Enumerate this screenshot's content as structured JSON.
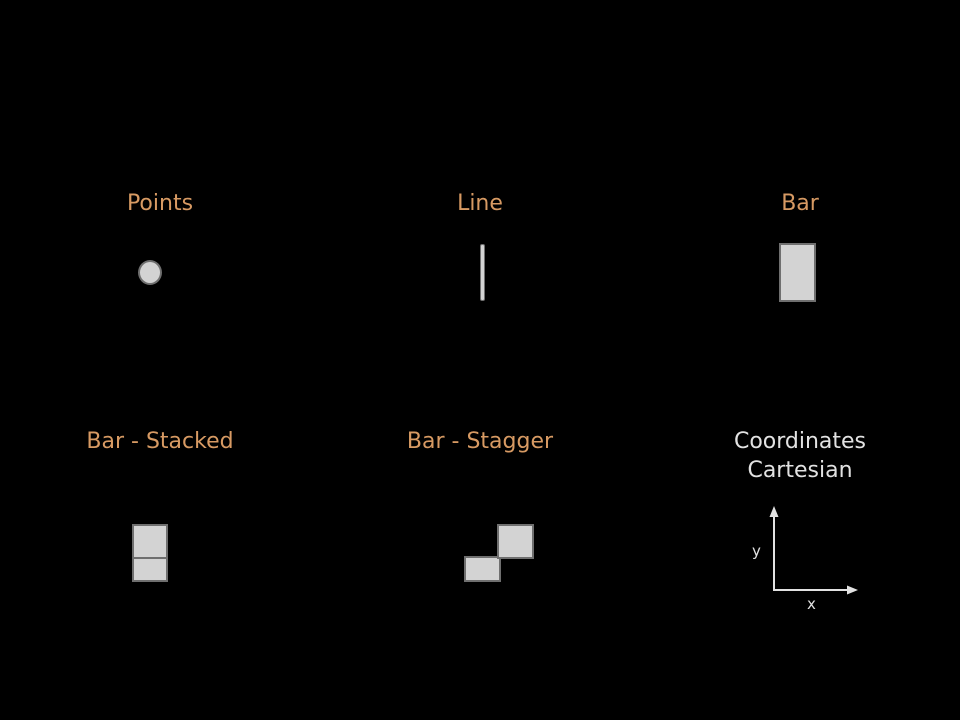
{
  "panels": {
    "points": {
      "title": "Points"
    },
    "line": {
      "title": "Line"
    },
    "bar": {
      "title": "Bar"
    },
    "bar_stacked": {
      "title": "Bar - Stacked"
    },
    "bar_stagger": {
      "title": "Bar - Stagger"
    },
    "coordinates": {
      "title_line1": "Coordinates",
      "title_line2": "Cartesian",
      "x_label": "x",
      "y_label": "y"
    }
  },
  "colors": {
    "background": "#000000",
    "heading": "#d79a63",
    "coordinates_text": "#e2e2e2",
    "glyph_fill": "#d3d3d3",
    "glyph_stroke": "#6f6f6f",
    "axis": "#e2e2e2"
  }
}
